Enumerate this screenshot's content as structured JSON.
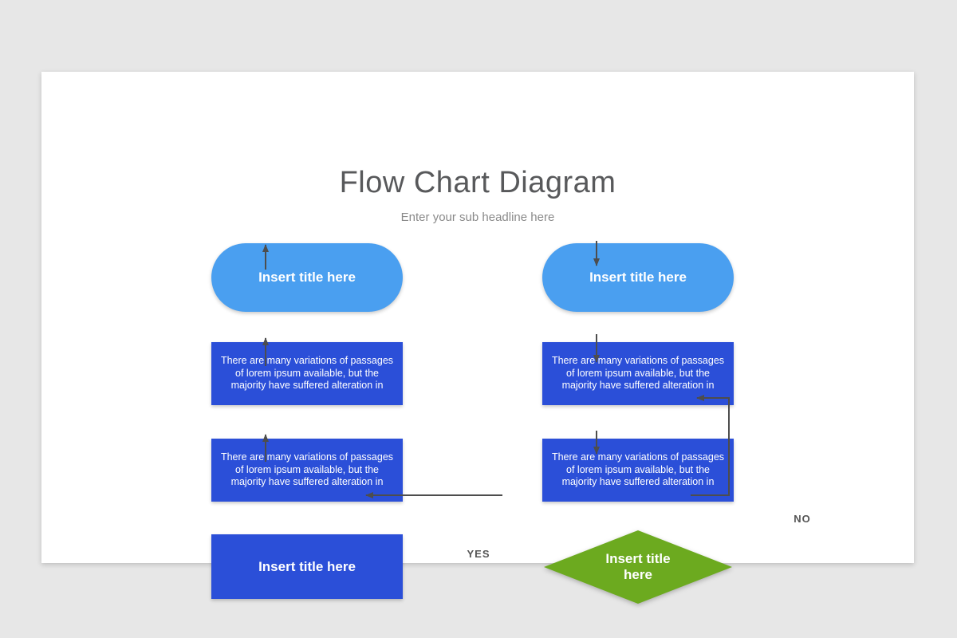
{
  "slide": {
    "title": "Flow Chart Diagram",
    "subtitle": "Enter your sub headline here"
  },
  "colors": {
    "canvas-bg": "#e7e7e7",
    "slide-bg": "#ffffff",
    "pill-blue": "#4a9ff0",
    "process-blue": "#2b4fd8",
    "decision-green": "#6caa1f",
    "connector-gray": "#4d4d4d",
    "title-gray": "#58595b",
    "subtitle-gray": "#8a8a8a",
    "label-gray": "#555555"
  },
  "flowchart": {
    "left_branch": {
      "terminal_label": "Insert title here",
      "process1_text": "There are many variations of passages of lorem ipsum available, but the majority have suffered alteration in",
      "process2_text": "There are many variations of passages of lorem ipsum available, but the majority have suffered alteration in",
      "action_label": "Insert title here"
    },
    "right_branch": {
      "terminal_label": "Insert title here",
      "process1_text": "There are many variations of passages of lorem ipsum available, but the majority have suffered alteration in",
      "process2_text": "There are many variations of passages of lorem ipsum available, but the majority have suffered alteration in",
      "decision_label": "Insert title here"
    },
    "branch_labels": {
      "yes": "YES",
      "no": "NO"
    }
  }
}
